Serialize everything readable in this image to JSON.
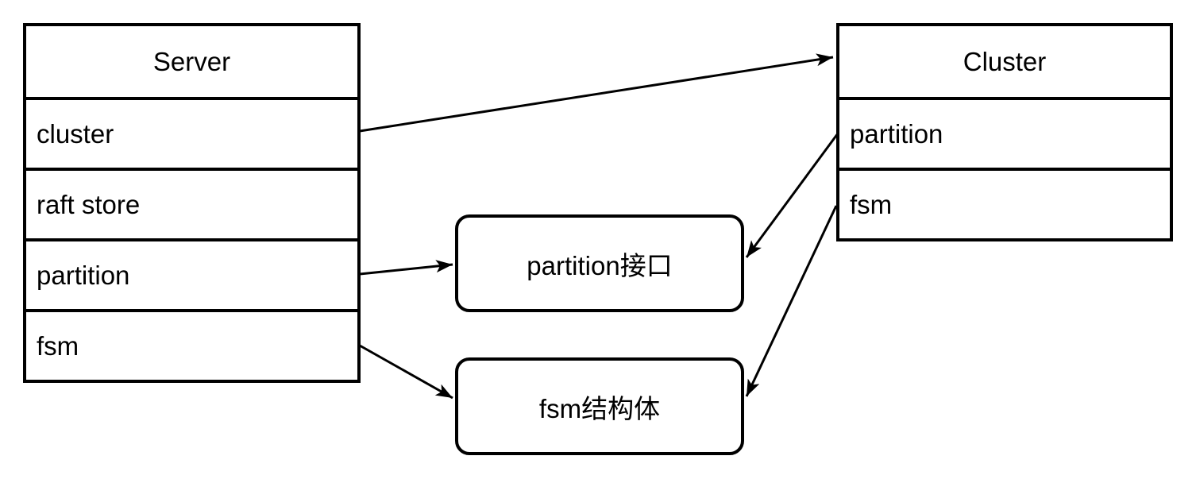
{
  "diagram": {
    "type": "class-relationship-diagram",
    "colors": {
      "background": "#ffffff",
      "stroke": "#000000",
      "text": "#000000"
    },
    "entities": {
      "server": {
        "title": "Server",
        "fields": [
          "cluster",
          "raft store",
          "partition",
          "fsm"
        ]
      },
      "cluster": {
        "title": "Cluster",
        "fields": [
          "partition",
          "fsm"
        ]
      }
    },
    "nodes": {
      "partition_interface": {
        "label": "partition接口"
      },
      "fsm_struct": {
        "label": "fsm结构体"
      }
    },
    "edges": [
      {
        "from": "Server.cluster",
        "to": "Cluster",
        "style": "arrow"
      },
      {
        "from": "Server.partition",
        "to": "partition接口",
        "style": "arrow"
      },
      {
        "from": "Server.fsm",
        "to": "fsm结构体",
        "style": "arrow"
      },
      {
        "from": "Cluster.partition",
        "to": "partition接口",
        "style": "arrow"
      },
      {
        "from": "Cluster.fsm",
        "to": "fsm结构体",
        "style": "arrow"
      }
    ]
  }
}
